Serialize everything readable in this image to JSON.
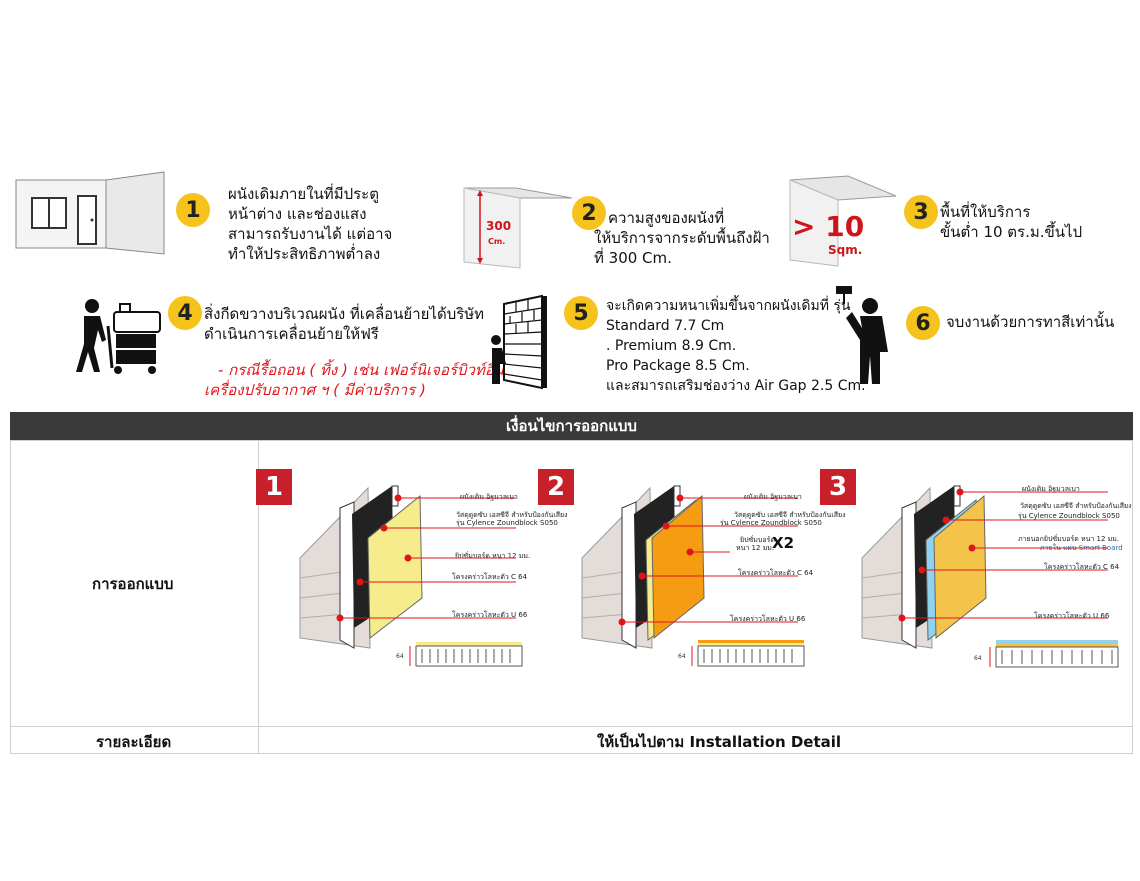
{
  "steps": [
    {
      "num": "1",
      "lines": [
        "ผนังเดิมภายในที่มีประตู",
        "หน้าต่าง และช่องแสง",
        "สามารถรับงานได้ แต่อาจ",
        "ทำให้ประสิทธิภาพต่ำลง"
      ]
    },
    {
      "num": "2",
      "lines": [
        "ความสูงของผนังที่",
        "ให้บริการจากระดับพื้นถึงฝ้า",
        "ที่ 300 Cm."
      ],
      "icon_value": "300",
      "icon_unit": "Cm."
    },
    {
      "num": "3",
      "lines": [
        "พื้นที่ให้บริการ",
        "ขั้นต่ำ 10 ตร.ม.ขึ้นไป"
      ],
      "icon_value": "> 10",
      "icon_unit": "Sqm."
    },
    {
      "num": "4",
      "lines": [
        "สิ่งกีดขวางบริเวณผนัง ที่เคลื่อนย้ายได้บริษัท",
        "ดำเนินการเคลื่อนย้ายให้ฟรี"
      ],
      "note_lines": [
        "- กรณีรื้อถอน ( ทิ้ง )  เช่น เฟอร์นิเจอร์บิวท์อิน ,",
        "เครื่องปรับอากาศ ฯ ( มีค่าบริการ )"
      ]
    },
    {
      "num": "5",
      "lines": [
        "จะเกิดความหนาเพิ่มขึ้นจากผนังเดิมที่ รุ่น",
        "Standard 7.7 Cm",
        ". Premium 8.9 Cm.",
        " Pro Package 8.5 Cm.",
        " และสมารถเสริมช่องว่าง  Air Gap  2.5 Cm."
      ]
    },
    {
      "num": "6",
      "lines": [
        "จบงานด้วยการทาสีเท่านั้น"
      ]
    }
  ],
  "section_header": "เงื่อนไขการออกแบบ",
  "row1_label": "การออกแบบ",
  "row2_label": "รายละเอียด",
  "row2_value": "ให้เป็นไปตาม Installation Detail",
  "options": [
    {
      "num": "1",
      "labels": [
        "ผนังเดิม อิฐมวลเบา",
        "วัสดุดูดซับ เอสซีจี สำหรับป้องกันเสียง",
        "รุ่น Cylence Zoundblock S050",
        "ยิปซั่มบอร์ด หนา 12 มม.",
        "โครงคร่าวโลหะตัว C 64",
        "โครงคร่าวโลหะตัว U 66"
      ],
      "dim": "64",
      "board_color": "#f7ec8c"
    },
    {
      "num": "2",
      "labels": [
        "ผนังเดิม อิฐมวลเบา",
        "วัสดุดูดซับ เอสซีจี สำหรับป้องกันเสียง",
        "รุ่น Cylence Zoundblock S050",
        "ยิปซั่มบอร์ด",
        "หนา 12 มม.",
        "X2",
        "โครงคร่าวโลหะตัว C 64",
        "โครงคร่าวโลหะตัว U 66"
      ],
      "dim": "64",
      "board_color": "#f59c12"
    },
    {
      "num": "3",
      "labels": [
        "ผนังเดิม อิฐมวลเบา",
        "วัสดุดูดซับ เอสซีจี สำหรับป้องกันเสียง",
        "รุ่น Cylence Zoundblock S050",
        "ภายนอกยิปซั่มบอร์ด หนา 12 มม.",
        "ภายใน แผ่น Smart Board",
        "โครงคร่าวโลหะตัว C 64",
        "โครงคร่าวโลหะตัว U 66"
      ],
      "dim": "64",
      "board_color": "#f3c34a",
      "inner_color": "#8fd3f0"
    }
  ],
  "colors": {
    "accent_yellow": "#f6c31c",
    "red": "#e0151a",
    "header_bg": "#3a3a3a"
  }
}
